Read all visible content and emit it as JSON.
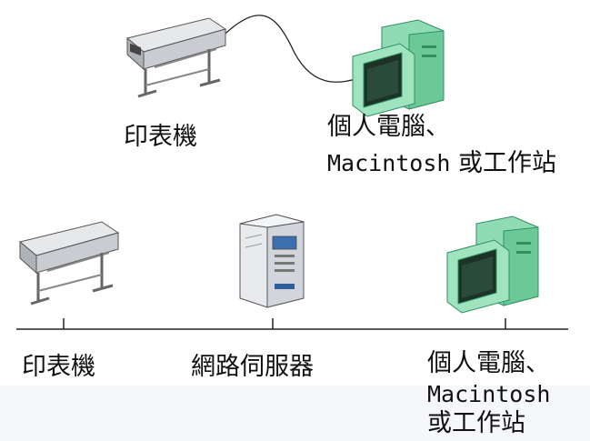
{
  "top": {
    "printer_label": "印表機",
    "computer_label_line1": "個人電腦、",
    "computer_label_line2_mono": "Macintosh",
    "computer_label_line2_rest": " 或工作站"
  },
  "bottom": {
    "printer_label": "印表機",
    "server_label": "網路伺服器",
    "computer_label_line1": "個人電腦、",
    "computer_label_line2": "Macintosh",
    "computer_label_line3": "或工作站"
  },
  "colors": {
    "computer_green": "#7fd3a8",
    "computer_dark": "#2f8f62",
    "printer_gray": "#bfc3c8",
    "line": "#222222"
  }
}
